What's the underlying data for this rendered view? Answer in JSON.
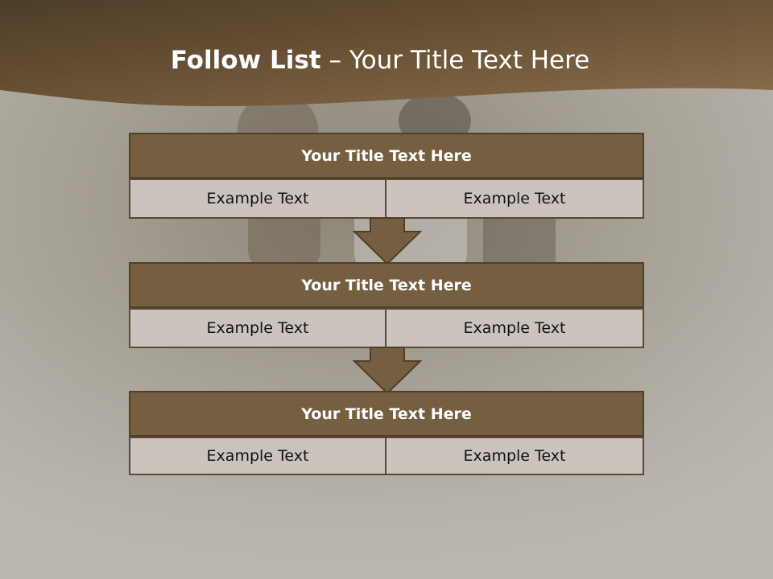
{
  "title": {
    "bold": "Follow List",
    "rest": " – Your Title Text Here"
  },
  "colors": {
    "header": "#6b5336",
    "block_title": "#755f40",
    "cell": "#cbc4be",
    "arrow": "#755f40",
    "border": "#4f3f2a"
  },
  "blocks": [
    {
      "title": "Your Title Text Here",
      "left": "Example Text",
      "right": "Example Text"
    },
    {
      "title": "Your Title Text Here",
      "left": "Example Text",
      "right": "Example Text"
    },
    {
      "title": "Your Title Text Here",
      "left": "Example Text",
      "right": "Example Text"
    }
  ],
  "icons": {
    "connector": "down-arrow-icon"
  }
}
